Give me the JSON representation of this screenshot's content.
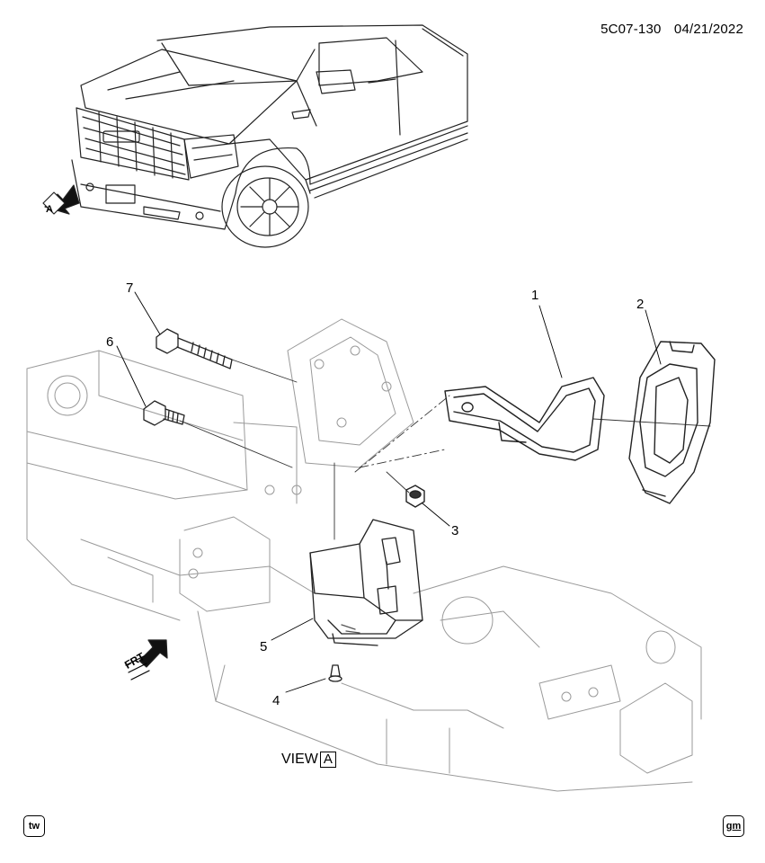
{
  "header": {
    "diagram_code": "5C07-130",
    "date": "04/21/2022"
  },
  "callouts": [
    "1",
    "2",
    "3",
    "4",
    "5",
    "6",
    "7"
  ],
  "view_label": {
    "text": "VIEW",
    "ref": "A"
  },
  "view_arrow_ref": "A",
  "frt_label": "FRT",
  "badges": {
    "left": "tw",
    "right": "gm"
  }
}
